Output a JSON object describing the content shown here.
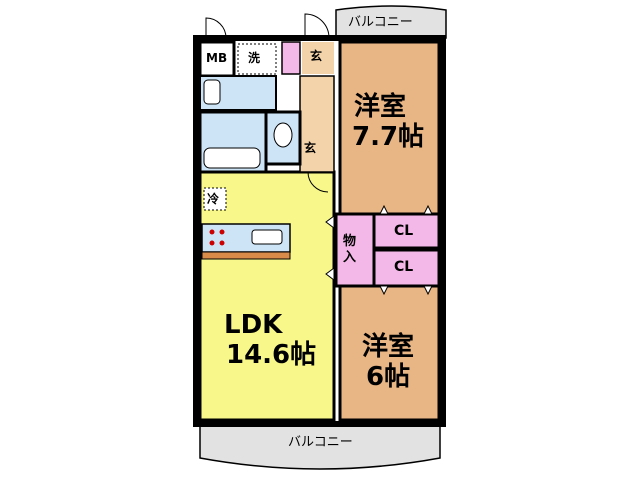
{
  "labels": {
    "balcony_top": "バルコニー",
    "balcony_bottom": "バルコニー",
    "mb": "MB",
    "washer": "洗",
    "entrance_top": "玄",
    "entrance_side": "玄",
    "fridge": "冷",
    "storage": "物入",
    "closet_top": "CL",
    "closet_bottom": "CL",
    "western_top_name": "洋室",
    "western_top_size": "7.7帖",
    "western_bottom_name": "洋室",
    "western_bottom_size": "6帖",
    "ldk_name": "LDK",
    "ldk_size": "14.6帖"
  },
  "colors": {
    "wall": "#000000",
    "western_room": "#e8b584",
    "ldk": "#f7f78a",
    "closet": "#f4b8e8",
    "bath": "#cde4f7",
    "genkan": "#f3d3a9",
    "balcony": "#e2e2e2",
    "counter": "#d98c4a"
  }
}
